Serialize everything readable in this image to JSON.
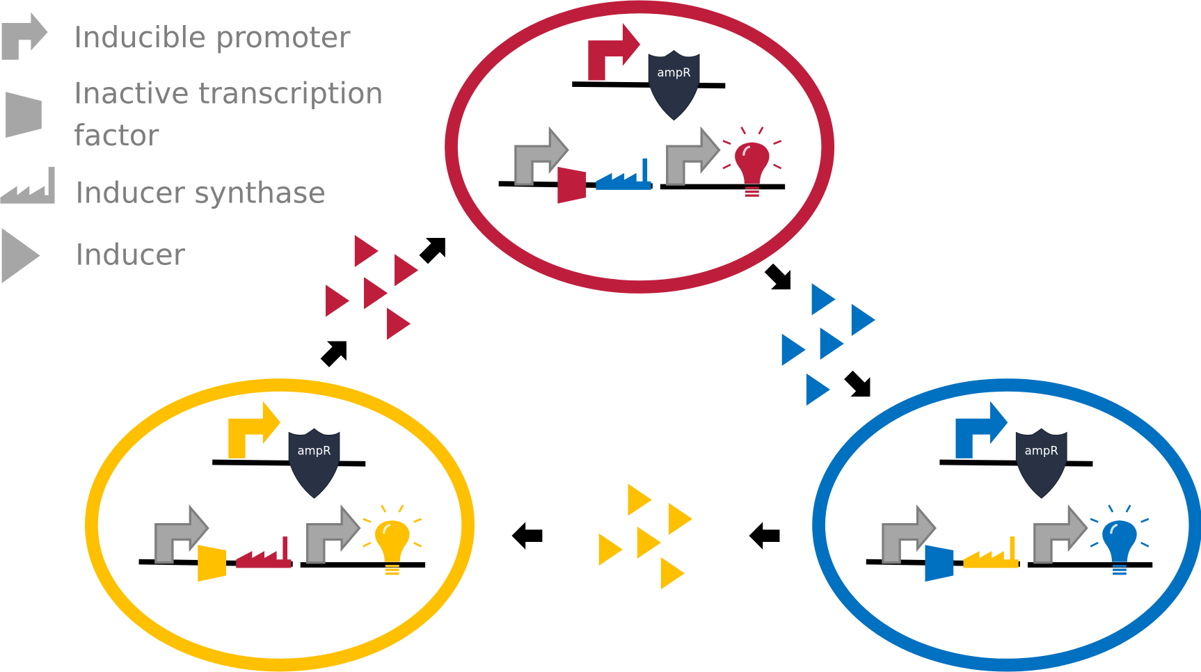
{
  "legend": {
    "items": [
      {
        "icon": "promoter-arrow-icon",
        "lines": [
          "Inducible promoter"
        ]
      },
      {
        "icon": "transcription-factor-icon",
        "lines": [
          "Inactive transcription",
          "factor"
        ]
      },
      {
        "icon": "factory-icon",
        "lines": [
          "Inducer synthase"
        ]
      },
      {
        "icon": "triangle-icon",
        "lines": [
          "Inducer"
        ]
      }
    ]
  },
  "cells": [
    {
      "name": "red-cell",
      "color": "#BE1E3C",
      "synthase_color": "#0070C0",
      "ampr_label": "ampR"
    },
    {
      "name": "yellow-cell",
      "color": "#FFC000",
      "synthase_color": "#BE1E3C",
      "ampr_label": "ampR"
    },
    {
      "name": "blue-cell",
      "color": "#0070C0",
      "synthase_color": "#FFC000",
      "ampr_label": "ampR"
    }
  ],
  "colors": {
    "legend_gray": "#A6A6A6",
    "promoter_gray": "#A6A6A6",
    "promoter_outline": "#7F7F7F",
    "shield": "#283244",
    "dna": "#000000",
    "arrow": "#000000"
  }
}
